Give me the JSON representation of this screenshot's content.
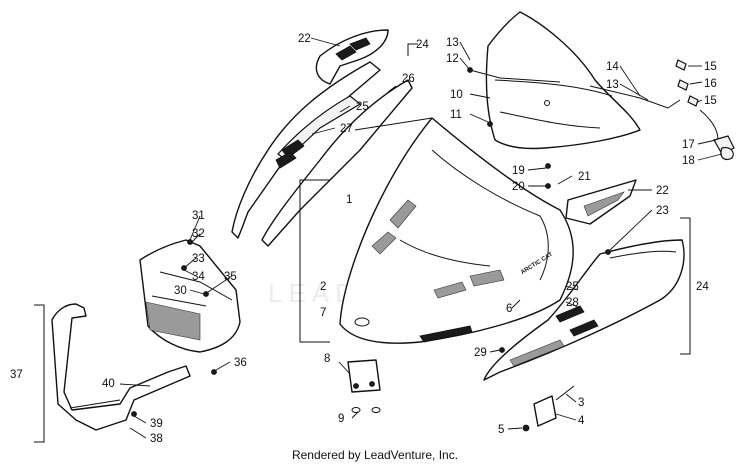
{
  "diagram": {
    "callouts": [
      "1",
      "2",
      "3",
      "4",
      "5",
      "6",
      "7",
      "8",
      "9",
      "10",
      "11",
      "12",
      "13",
      "13",
      "14",
      "15",
      "15",
      "16",
      "17",
      "18",
      "19",
      "20",
      "21",
      "22",
      "22",
      "23",
      "24",
      "24",
      "25",
      "25",
      "26",
      "27",
      "28",
      "29",
      "30",
      "31",
      "32",
      "33",
      "34",
      "35",
      "36",
      "37",
      "38",
      "39",
      "40"
    ],
    "hood_logo": "ARCTIC CAT",
    "watermark": "LEADVENTURE"
  },
  "footer": {
    "credit": "Rendered by LeadVenture, Inc."
  }
}
